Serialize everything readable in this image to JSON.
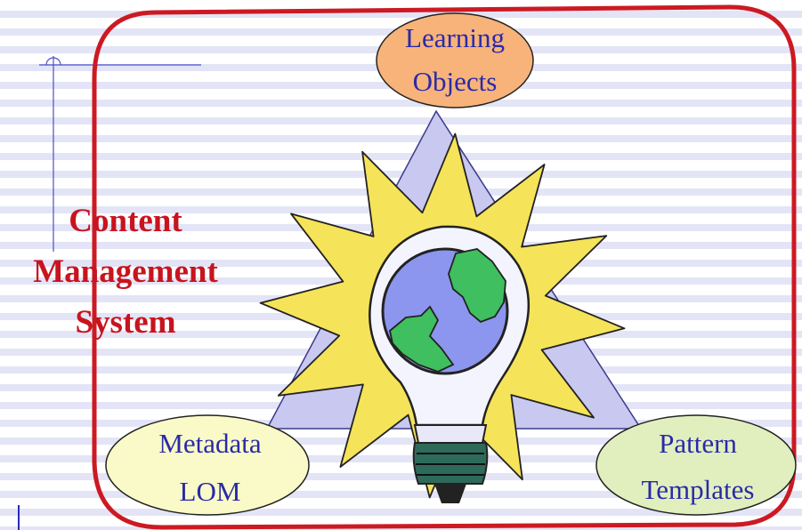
{
  "diagram": {
    "cms_lines": [
      "Content",
      "Management",
      "System"
    ],
    "learning_objects_lines": [
      "Learning",
      "Objects"
    ],
    "metadata_lines": [
      "Metadata",
      "LOM"
    ],
    "pattern_lines": [
      "Pattern",
      "Templates"
    ],
    "icons": [
      "lightbulb-globe-icon",
      "starburst-icon",
      "triangle-shape"
    ],
    "colors": {
      "frame": "#cc1a22",
      "cms_text": "#c8141e",
      "node_text": "#2a2aa8",
      "learning_objects_fill": "#f7b37a",
      "metadata_fill": "#fafac8",
      "pattern_fill": "#e1efbf",
      "triangle_fill": "#c8c8f0",
      "star_fill": "#f5e35a",
      "globe_water": "#8c96ee",
      "globe_land": "#3fbf5f",
      "bulb_base": "#2e6a5a"
    }
  }
}
